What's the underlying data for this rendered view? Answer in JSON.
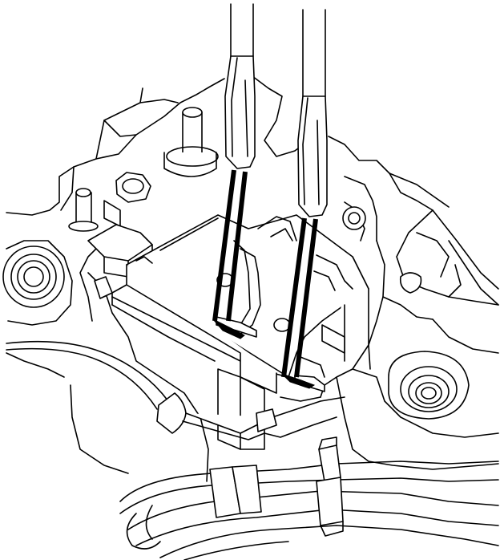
{
  "figure": {
    "background": "#ffffff",
    "line_color": "#000000",
    "components": [
      "screwdriver-left",
      "screwdriver-right",
      "transmission-housing",
      "switch-connector",
      "wiring-harness",
      "mounting-boss-left",
      "mounting-boss-right",
      "cable-clip"
    ]
  }
}
